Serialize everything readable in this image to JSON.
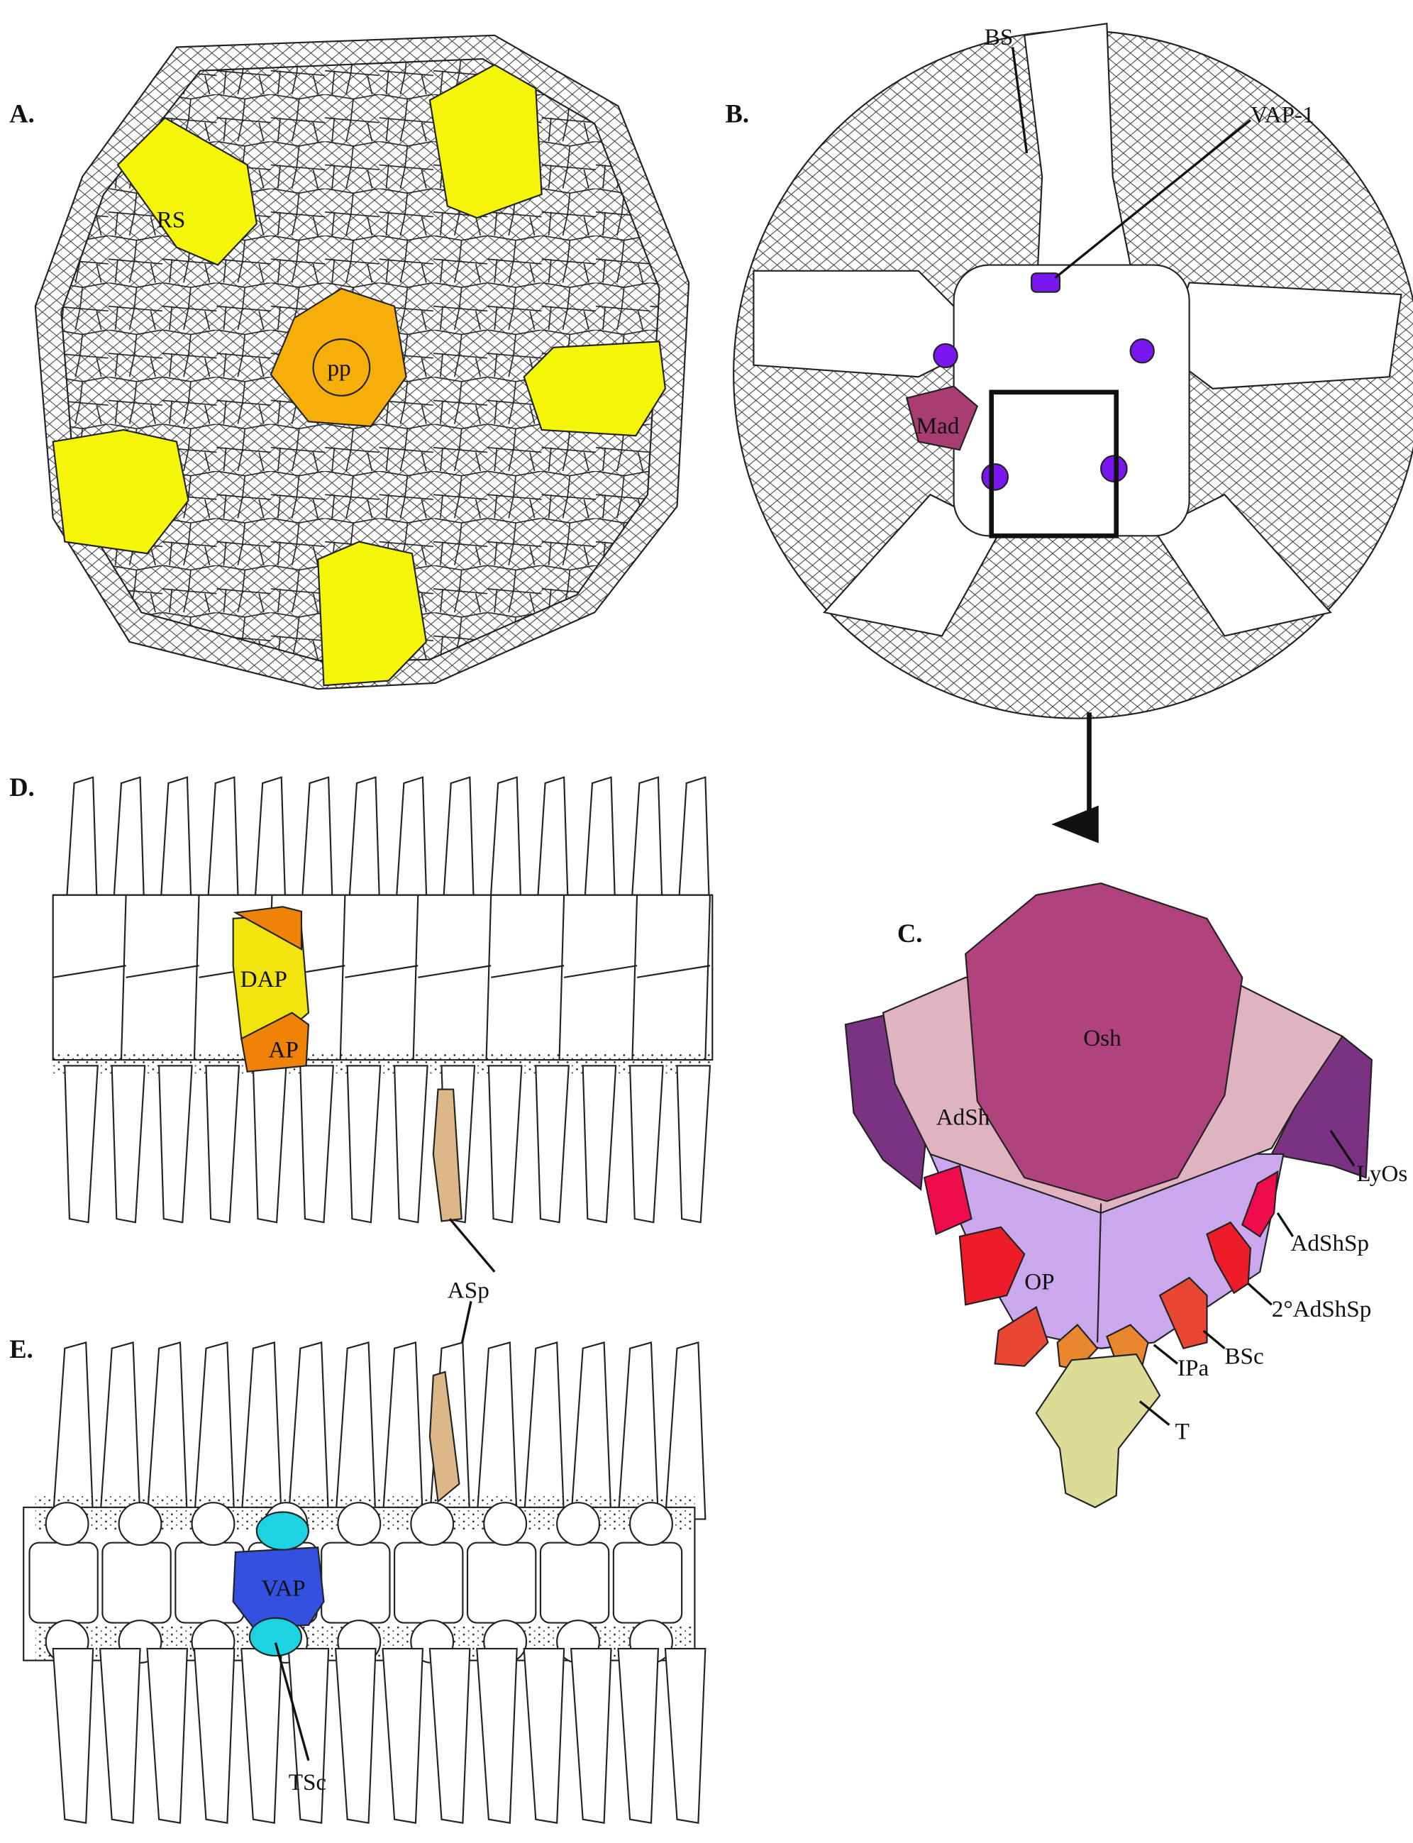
{
  "panels": {
    "a": {
      "letter": "A.",
      "labels": {
        "rs": "RS",
        "pp": "pp"
      }
    },
    "b": {
      "letter": "B.",
      "labels": {
        "bs": "BS",
        "vap1": "VAP-1",
        "mad": "Mad"
      }
    },
    "c": {
      "letter": "C.",
      "labels": {
        "osh": "Osh",
        "adsh": "AdSh",
        "lyos": "LyOs",
        "adshsp": "AdShSp",
        "adshsp2": "2°AdShSp",
        "op": "OP",
        "bsc": "BSc",
        "ipa": "IPa",
        "t": "T"
      }
    },
    "d": {
      "letter": "D.",
      "labels": {
        "dap": "DAP",
        "ap": "AP",
        "asp": "ASp"
      }
    },
    "e": {
      "letter": "E.",
      "labels": {
        "vap": "VAP",
        "tsc": "TSc"
      }
    }
  },
  "colors": {
    "yellow": "#f5f50a",
    "orange": "#f6ae0a",
    "violet": "#7a17f0",
    "mad": "#a83c73",
    "osh": "#b0427e",
    "adsh": "#e0b3c1",
    "lyos": "#7c3283",
    "op": "#cba8ee",
    "adshsp": "#ee0c4d",
    "adshsp2": "#ee1c28",
    "bsc": "#ea4634",
    "ipa": "#ea8530",
    "t": "#dcdc96",
    "dap": "#f2e40e",
    "ap": "#f08208",
    "asp": "#dcb888",
    "vap": "#3450e0",
    "tsc": "#1ed2e2"
  }
}
